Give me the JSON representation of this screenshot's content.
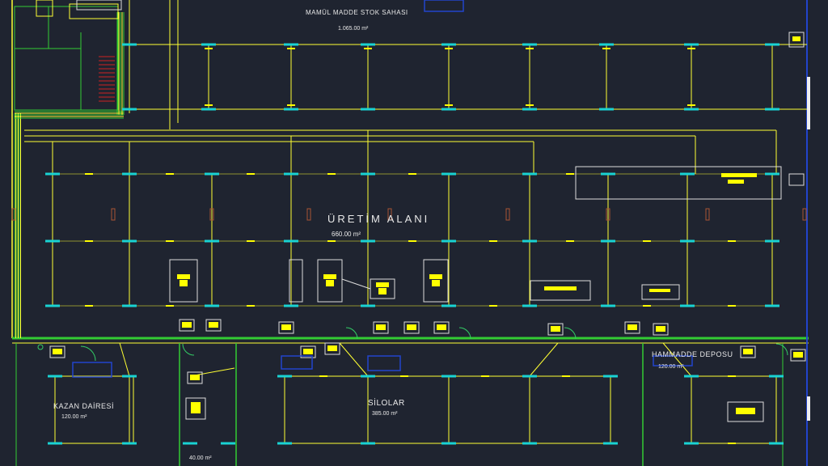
{
  "rooms": {
    "finished_goods": {
      "name": "MAMÜL MADDE STOK SAHASI",
      "area": "1.065.00 m²"
    },
    "production": {
      "name": "ÜRETİM ALANI",
      "area": "660.00 m²"
    },
    "boiler": {
      "name": "KAZAN DAİRESİ",
      "area": "120.00 m²"
    },
    "silos": {
      "name": "SİLOLAR",
      "area": "385.00 m²"
    },
    "raw_material": {
      "name": "HAMMADDE DEPOSU",
      "area": "120.00 m²"
    },
    "small_room": {
      "area": "40.00 m²"
    }
  },
  "colors": {
    "background": "#1f2430",
    "wall": "#ffff33",
    "wall_green": "#33cc33",
    "fixture": "#19d3d3",
    "equipment": "#ffff00",
    "door": "#33cc66",
    "outline": "#dddddd",
    "window": "#2244cc",
    "wood": "#aa5533"
  }
}
